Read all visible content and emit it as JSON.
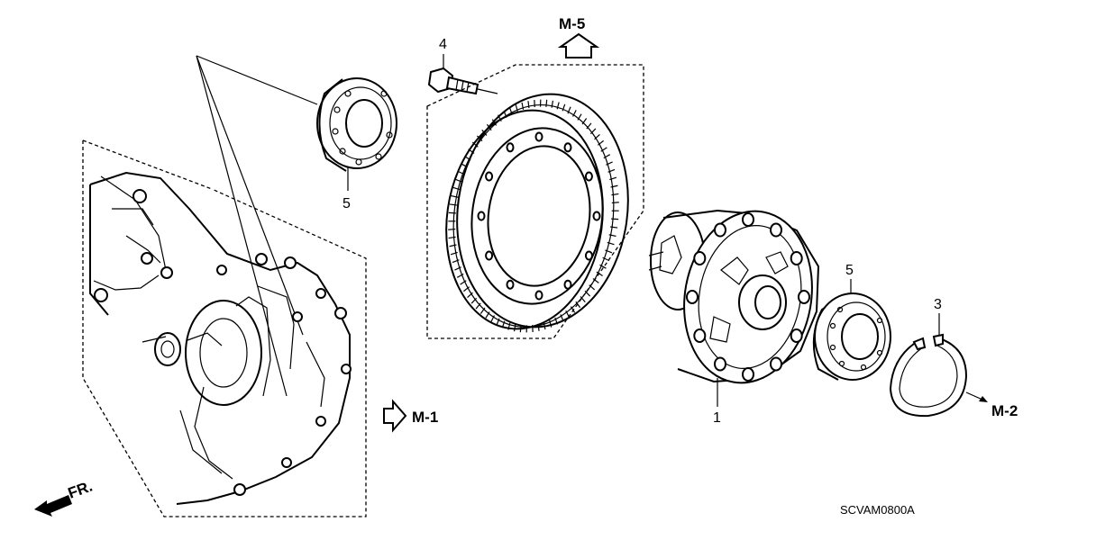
{
  "parts": {
    "p1": "1",
    "p3": "3",
    "p4": "4",
    "p5_top": "5",
    "p5_right": "5"
  },
  "refs": {
    "m5": "M-5",
    "m1": "M-1",
    "m2": "M-2"
  },
  "front_indicator": "FR.",
  "diagram_code": "SCVAM0800A"
}
